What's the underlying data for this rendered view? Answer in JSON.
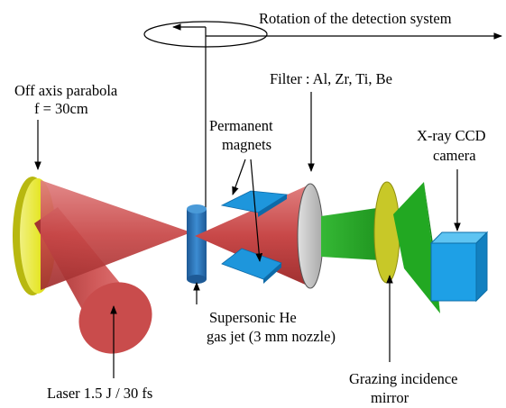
{
  "labels": {
    "rotation": "Rotation of the detection system",
    "parabola_line1": "Off axis parabola",
    "parabola_line2": "f = 30cm",
    "magnets_line1": "Permanent",
    "magnets_line2": "magnets",
    "filter": "Filter : Al, Zr, Ti, Be",
    "ccd_line1": "X-ray CCD",
    "ccd_line2": "camera",
    "gasjet_line1": "Supersonic He",
    "gasjet_line2": "gas jet (3 mm nozzle)",
    "laser": "Laser 1.5 J / 30 fs",
    "mirror_line1": "Grazing incidence",
    "mirror_line2": "mirror"
  },
  "colors": {
    "laser_red": "#c84848",
    "parabola_yellow": "#e6e628",
    "magnet_blue": "#1e96dc",
    "jet_blue": "#2878c0",
    "xray_green": "#1ea01e",
    "filter_gray": "#c8c8c8",
    "mirror_olive": "#c8c828",
    "ccd_blue": "#1ea0e6"
  }
}
